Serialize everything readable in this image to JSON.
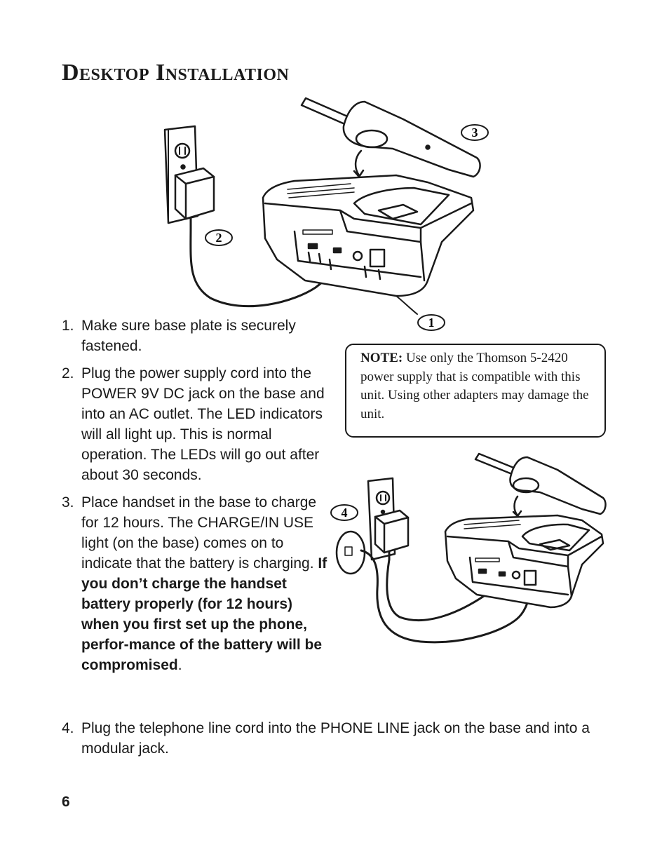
{
  "page": {
    "title": "Desktop Installation",
    "page_number": "6"
  },
  "callouts": {
    "c1": "1",
    "c2": "2",
    "c3": "3",
    "c4": "4"
  },
  "steps": [
    {
      "number": "1.",
      "text": "Make sure base plate is securely fastened.",
      "bold": ""
    },
    {
      "number": "2.",
      "text": "Plug the power supply cord into the POWER 9V DC jack on the base and into an AC outlet. The LED indicators will all light up. This is normal operation.  The LEDs will go out after about 30 seconds.",
      "bold": ""
    },
    {
      "number": "3.",
      "text": "Place handset in the base to charge for 12 hours. The CHARGE/IN USE light (on the base) comes on to indicate that the battery is charging. ",
      "bold": "If you don’t charge the handset battery properly (for 12 hours) when you first set up the phone, perfor-mance of the battery will be compromised",
      "after": "."
    },
    {
      "number": "4.",
      "text": "Plug the telephone line cord into the PHONE LINE jack on the base and into a modular jack.",
      "bold": ""
    }
  ],
  "note": {
    "label": "NOTE:",
    "text": " Use only the Thomson 5-2420 power supply that is compatible with this unit. Using other adapters may damage the unit."
  }
}
